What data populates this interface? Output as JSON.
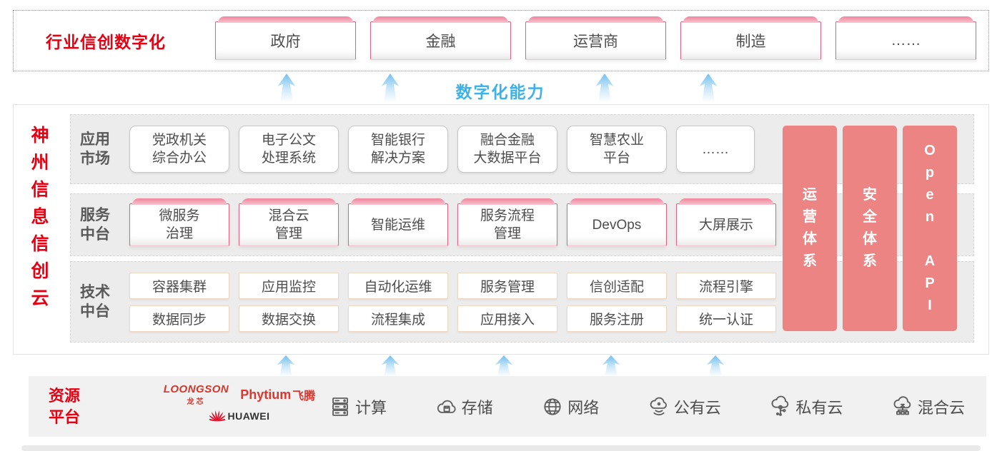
{
  "top": {
    "label": "行业信创数字化",
    "industries": [
      "政府",
      "金融",
      "运营商",
      "制造",
      "……"
    ]
  },
  "capability_label": "数字化能力",
  "main": {
    "vertical_title": "神州信息信创云",
    "rows": [
      {
        "label": "应用\n市场",
        "items": [
          "党政机关\n综合办公",
          "电子公文\n处理系统",
          "智能银行\n解决方案",
          "融合金融\n大数据平台",
          "智慧农业\n平台",
          "……"
        ]
      },
      {
        "label": "服务\n中台",
        "items": [
          "微服务\n治理",
          "混合云\n管理",
          "智能运维",
          "服务流程\n管理",
          "DevOps",
          "大屏展示"
        ]
      },
      {
        "label": "技术\n中台",
        "items_top": [
          "容器集群",
          "应用监控",
          "自动化运维",
          "服务管理",
          "信创适配",
          "流程引擎"
        ],
        "items_bottom": [
          "数据同步",
          "数据交换",
          "流程集成",
          "应用接入",
          "服务注册",
          "统一认证"
        ]
      }
    ],
    "pillars": [
      "运营体系",
      "安全体系",
      "Open API"
    ]
  },
  "resources": {
    "label": "资源\n平台",
    "vendors": {
      "loongson": "LOONGSON",
      "loongson_cn": "龙芯",
      "phytium": "Phytium",
      "phytium_cn": "飞腾",
      "huawei": "HUAWEI"
    },
    "items": [
      {
        "icon": "compute-icon",
        "label": "计算"
      },
      {
        "icon": "storage-icon",
        "label": "存储"
      },
      {
        "icon": "network-icon",
        "label": "网络"
      },
      {
        "icon": "public-cloud-icon",
        "label": "公有云"
      },
      {
        "icon": "private-cloud-icon",
        "label": "私有云"
      },
      {
        "icon": "hybrid-cloud-icon",
        "label": "混合云"
      }
    ]
  },
  "colors": {
    "brand_red": "#e60012",
    "pillar_pink": "#ec8484",
    "accent_blue": "#3eb2e8",
    "box_border_pink": "#e8607f"
  }
}
